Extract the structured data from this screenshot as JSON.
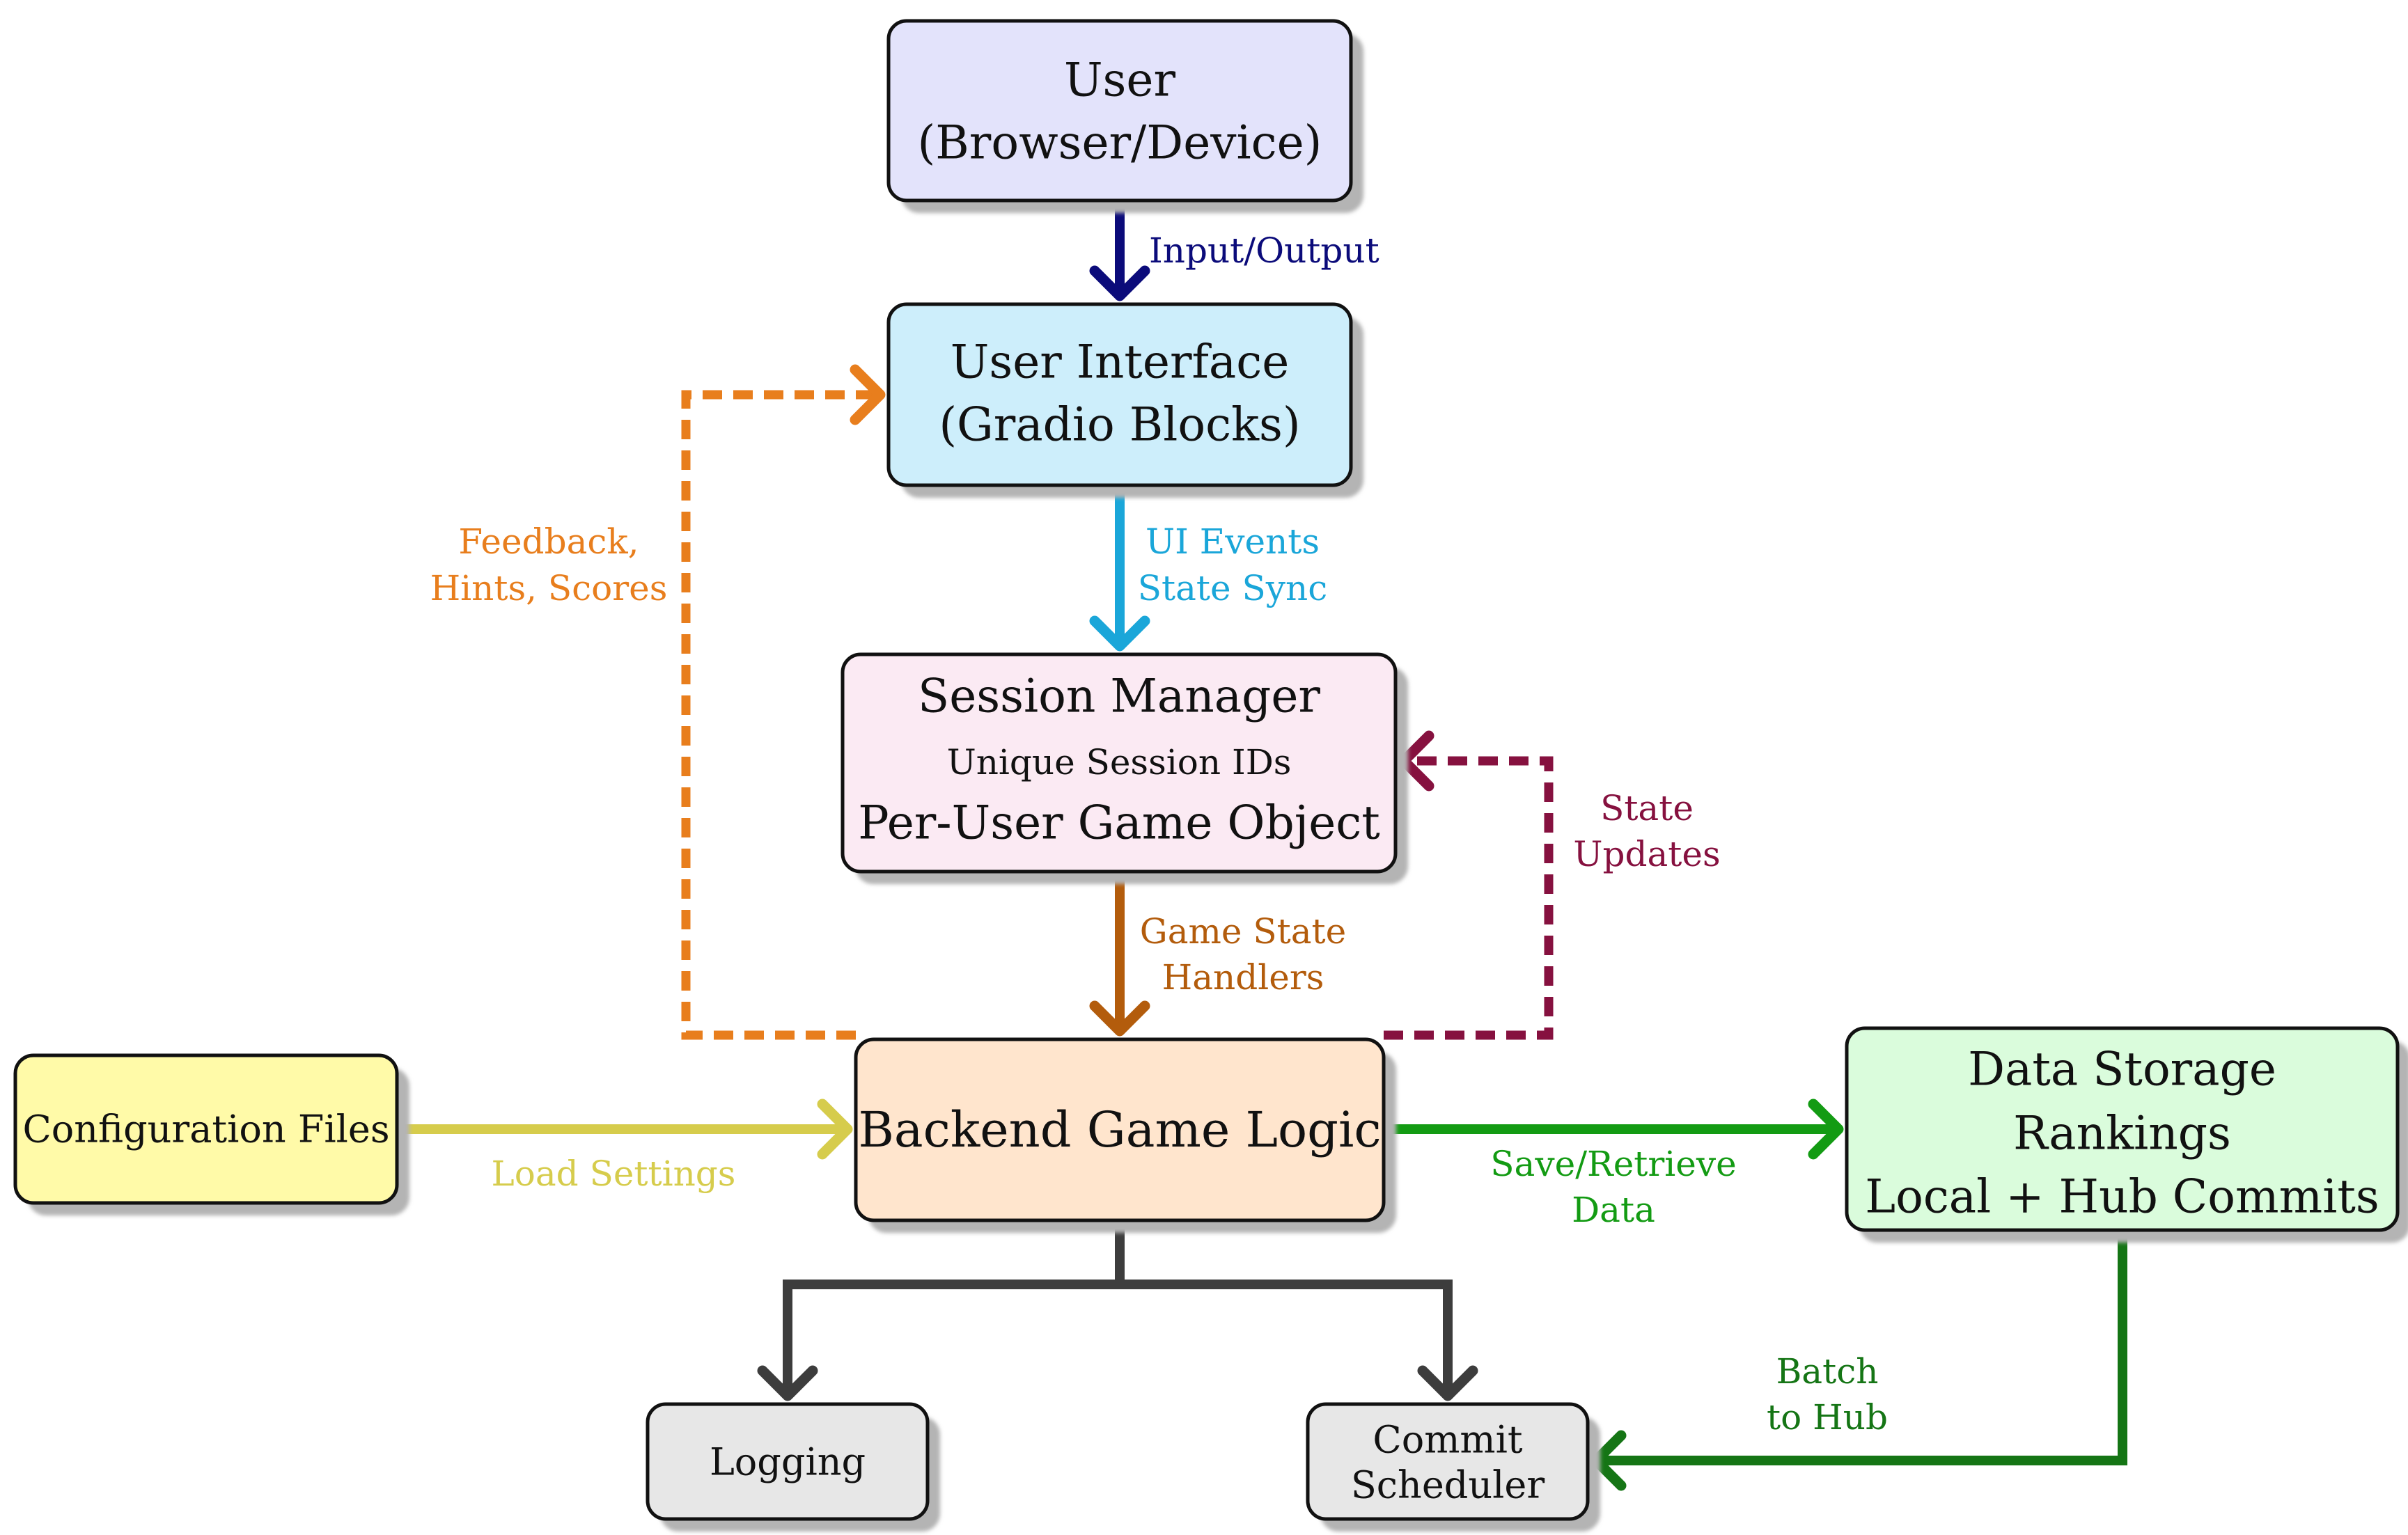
{
  "nodes": {
    "user": {
      "lines": [
        "User",
        "(Browser/Device)"
      ],
      "fill": "#e3e3fb"
    },
    "ui": {
      "lines": [
        "User Interface",
        "(Gradio Blocks)"
      ],
      "fill": "#cdeefb"
    },
    "session": {
      "lines": [
        "Session Manager",
        "Unique Session IDs",
        "Per-User Game Object"
      ],
      "fill": "#fbeaf3"
    },
    "backend": {
      "lines": [
        "Backend Game Logic"
      ],
      "fill": "#ffe5cd"
    },
    "config": {
      "lines": [
        "Configuration Files"
      ],
      "fill": "#fffaa8"
    },
    "storage": {
      "lines": [
        "Data Storage",
        "Rankings",
        "Local + Hub Commits"
      ],
      "fill": "#dafcdc"
    },
    "logging": {
      "lines": [
        "Logging"
      ],
      "fill": "#e7e7e7"
    },
    "commit": {
      "lines": [
        "Commit",
        "Scheduler"
      ],
      "fill": "#e7e7e7"
    }
  },
  "edges": {
    "input_output": {
      "lines": [
        "Input/Output"
      ],
      "color": "#0b0b7a"
    },
    "ui_events": {
      "lines": [
        "UI Events",
        "State Sync"
      ],
      "color": "#1aa6d9"
    },
    "game_state": {
      "lines": [
        "Game State",
        "Handlers"
      ],
      "color": "#b35c0c"
    },
    "feedback": {
      "lines": [
        "Feedback,",
        "Hints, Scores"
      ],
      "color": "#e87e1d"
    },
    "state_updates": {
      "lines": [
        "State",
        "Updates"
      ],
      "color": "#86113f"
    },
    "load_settings": {
      "lines": [
        "Load Settings"
      ],
      "color": "#d6cc4c"
    },
    "save_retrieve": {
      "lines": [
        "Save/Retrieve",
        "Data"
      ],
      "color": "#139b13"
    },
    "batch": {
      "lines": [
        "Batch",
        "to Hub"
      ],
      "color": "#157515"
    },
    "tree": {
      "color": "#3d3d3d"
    }
  }
}
